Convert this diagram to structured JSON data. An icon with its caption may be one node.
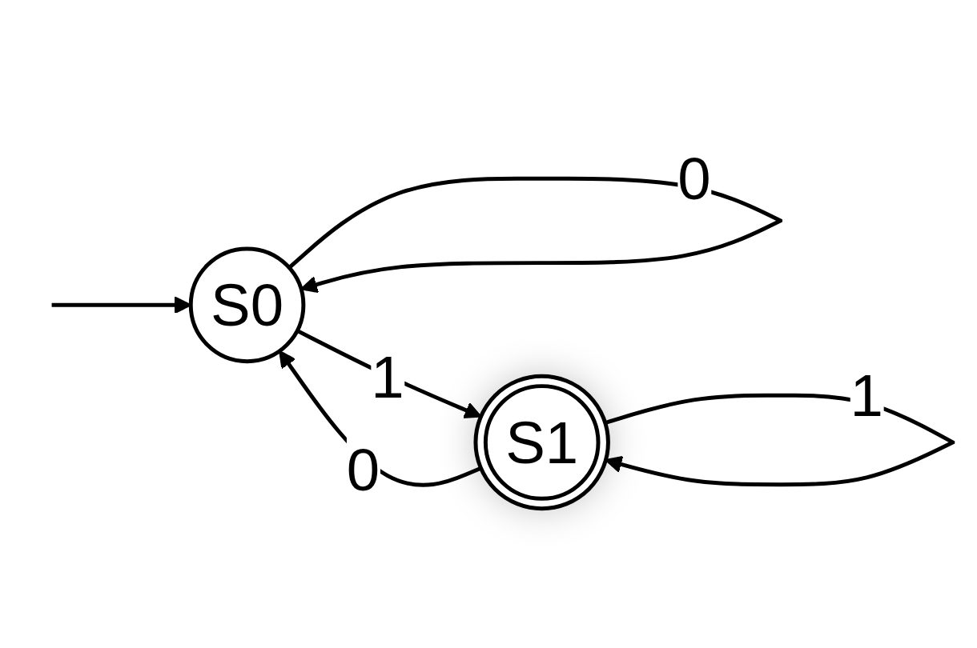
{
  "diagram": {
    "nodes": [
      {
        "text": [
          "S0"
        ]
      },
      {
        "text": [
          "S1"
        ]
      }
    ],
    "edges": [
      {
        "from": null,
        "to": 0,
        "arrow": "to"
      },
      {
        "from": 0,
        "to": 1,
        "label": "1",
        "arrow": "to"
      },
      {
        "from": 1,
        "to": 0,
        "label": "0",
        "arrow": "to"
      },
      {
        "from": 0,
        "to": 0,
        "label": "0",
        "arrow": "to"
      },
      {
        "from": 1,
        "to": 1,
        "label": "1",
        "arrow": "to"
      }
    ]
  }
}
